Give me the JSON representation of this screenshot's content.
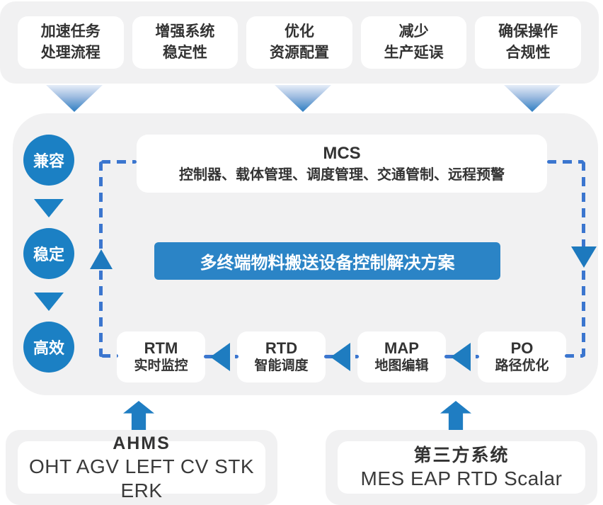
{
  "colors": {
    "panel_bg": "#f1f1f2",
    "box_bg": "#ffffff",
    "text_dark": "#333333",
    "circle_blue": "#1b80c4",
    "banner_blue": "#2b84c6",
    "solid_arrow_blue": "#1e7cc0",
    "dashed_line_blue": "#3b76cf",
    "gradient_arrow_top": "#e6edf8",
    "gradient_arrow_bottom": "#2e7ec2"
  },
  "benefits": [
    {
      "line1": "加速任务",
      "line2": "处理流程"
    },
    {
      "line1": "增强系统",
      "line2": "稳定性"
    },
    {
      "line1": "优化",
      "line2": "资源配置"
    },
    {
      "line1": "减少",
      "line2": "生产延误"
    },
    {
      "line1": "确保操作",
      "line2": "合规性"
    }
  ],
  "qualities": [
    {
      "label": "兼容"
    },
    {
      "label": "稳定"
    },
    {
      "label": "高效"
    }
  ],
  "mcs": {
    "title": "MCS",
    "subtitle": "控制器、载体管理、调度管理、交通管制、远程预警"
  },
  "banner": {
    "label": "多终端物料搬送设备控制解决方案"
  },
  "modules": [
    {
      "title": "RTM",
      "subtitle": "实时监控"
    },
    {
      "title": "RTD",
      "subtitle": "智能调度"
    },
    {
      "title": "MAP",
      "subtitle": "地图编辑"
    },
    {
      "title": "PO",
      "subtitle": "路径优化"
    }
  ],
  "bottom_systems": [
    {
      "title": "AHMS",
      "subtitle": "OHT AGV LEFT CV STK ERK"
    },
    {
      "title": "第三方系统",
      "subtitle": "MES EAP RTD Scalar"
    }
  ]
}
